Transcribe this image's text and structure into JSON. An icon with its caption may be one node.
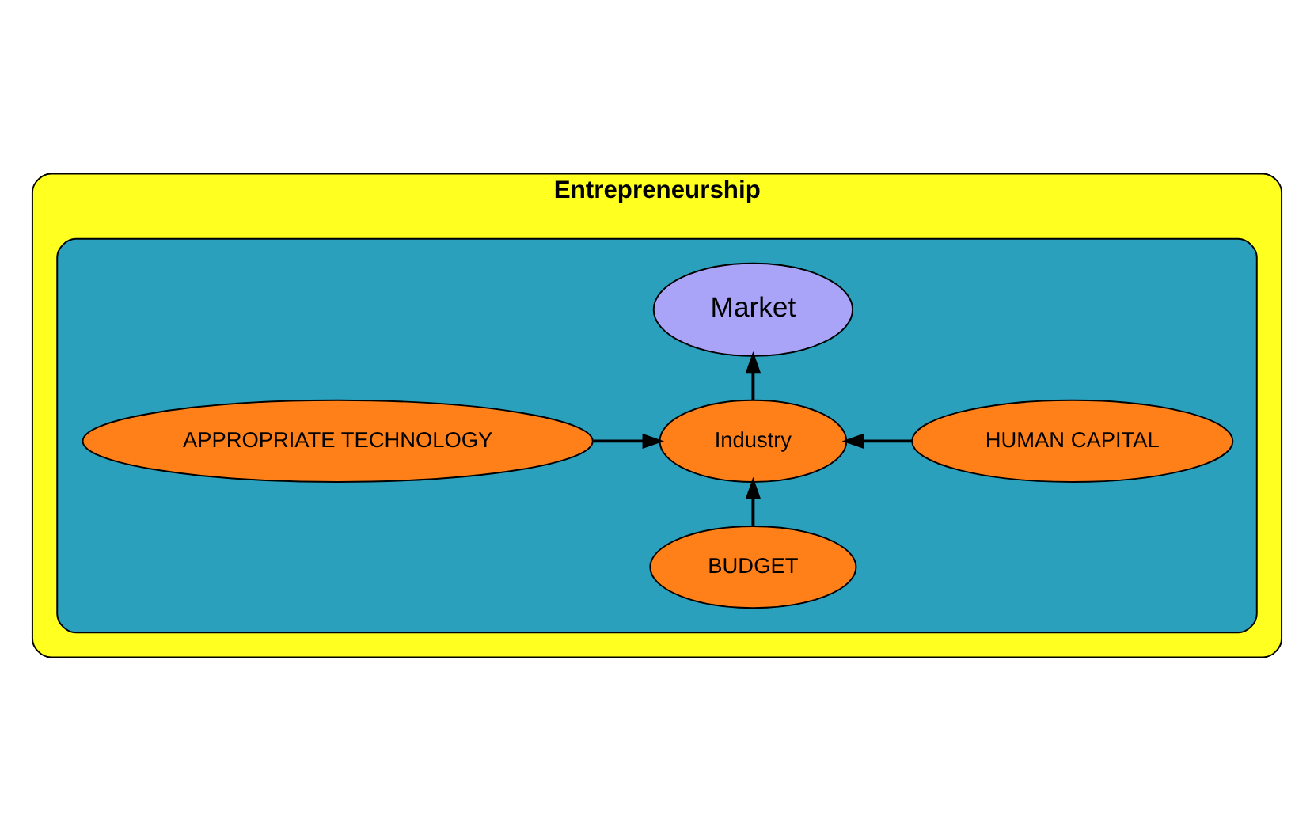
{
  "diagram": {
    "nodes": [
      {
        "text": [
          "Entrepreneurship"
        ]
      },
      {
        "text": [],
        "shape": "ellipse",
        "in": 0
      },
      {
        "text": [
          "Market"
        ],
        "in": 1
      },
      {
        "text": [
          "APPROPRIATE TECHNOLOGY"
        ],
        "in": 1
      },
      {
        "text": [
          "Industry"
        ],
        "in": 1
      },
      {
        "text": [
          "HUMAN CAPITAL"
        ],
        "in": 1
      },
      {
        "text": [
          "BUDGET"
        ],
        "in": 1
      }
    ],
    "edges": [
      {
        "from": 4,
        "to": 2,
        "arrow": "to"
      },
      {
        "from": 3,
        "to": 4,
        "arrow": "to"
      },
      {
        "from": 5,
        "to": 4,
        "arrow": "to"
      },
      {
        "from": 6,
        "to": 4,
        "arrow": "to"
      }
    ]
  }
}
